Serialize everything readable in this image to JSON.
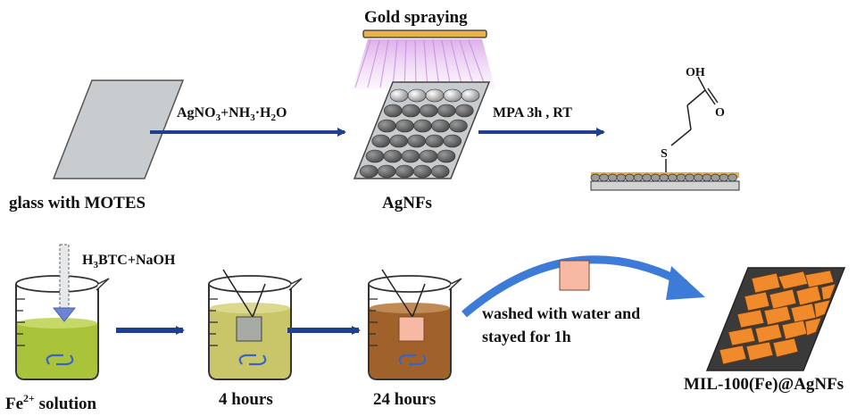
{
  "labels": {
    "gold_spraying": "Gold spraying",
    "agno3_part1": "AgNO",
    "agno3_sub": "3",
    "agno3_part2": "+NH",
    "agno3_sub2": "3",
    "agno3_part3": "·H",
    "agno3_sub3": "2",
    "agno3_part4": "O",
    "mpa": "MPA  3h , RT",
    "glass": "glass with MOTES",
    "agnfs": "AgNFs",
    "oh": "OH",
    "o": "O",
    "s": "S",
    "h3btc_h": "H",
    "h3btc_sub": "3",
    "h3btc_rest": "BTC+NaOH",
    "fe_main": "Fe",
    "fe_sup": "2+",
    "fe_rest": " solution",
    "four_hours": "4 hours",
    "twentyfour_hours": "24 hours",
    "washed_line1": "washed with water and",
    "washed_line2": "stayed for 1h",
    "mil": "MIL-100(Fe)@AgNFs"
  },
  "colors": {
    "arrow": "#1f3f8f",
    "glass": "#c9cccf",
    "gold": "#e7b24a",
    "sphere": "#6b6b6b",
    "green_solution": "#a9c43a",
    "olive_solution": "#c9c66a",
    "brown_solution": "#a0622a",
    "orange_crystal": "#f08a2a",
    "pink_square": "#f7b9a4",
    "curved_arrow": "#3d7bd8"
  }
}
